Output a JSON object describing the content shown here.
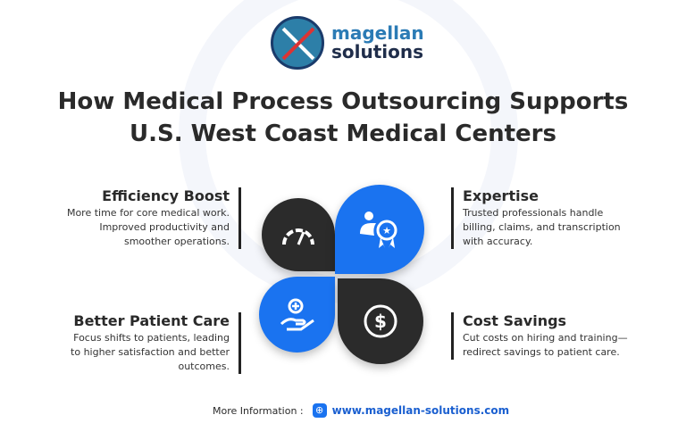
{
  "logo": {
    "line1": "magellan",
    "line2": "solutions"
  },
  "title": {
    "line1": "How Medical Process Outsourcing Supports",
    "line2": "U.S. West Coast Medical Centers"
  },
  "items": [
    {
      "title": "Efficiency Boost",
      "text": "More time for core medical work. Improved productivity and smoother operations.",
      "icon": "gauge-icon"
    },
    {
      "title": "Expertise",
      "text": "Trusted professionals handle billing, claims, and transcription with accuracy.",
      "icon": "person-award-icon"
    },
    {
      "title": "Better Patient Care",
      "text": "Focus shifts to patients, leading to higher satisfaction and better outcomes.",
      "icon": "hand-plus-icon"
    },
    {
      "title": "Cost Savings",
      "text": "Cut costs on hiring and training—redirect savings to patient care.",
      "icon": "dollar-icon"
    }
  ],
  "footer": {
    "label": "More Information :",
    "url": "www.magellan-solutions.com"
  },
  "colors": {
    "blue": "#1a73f0",
    "dark": "#2b2b2b"
  }
}
